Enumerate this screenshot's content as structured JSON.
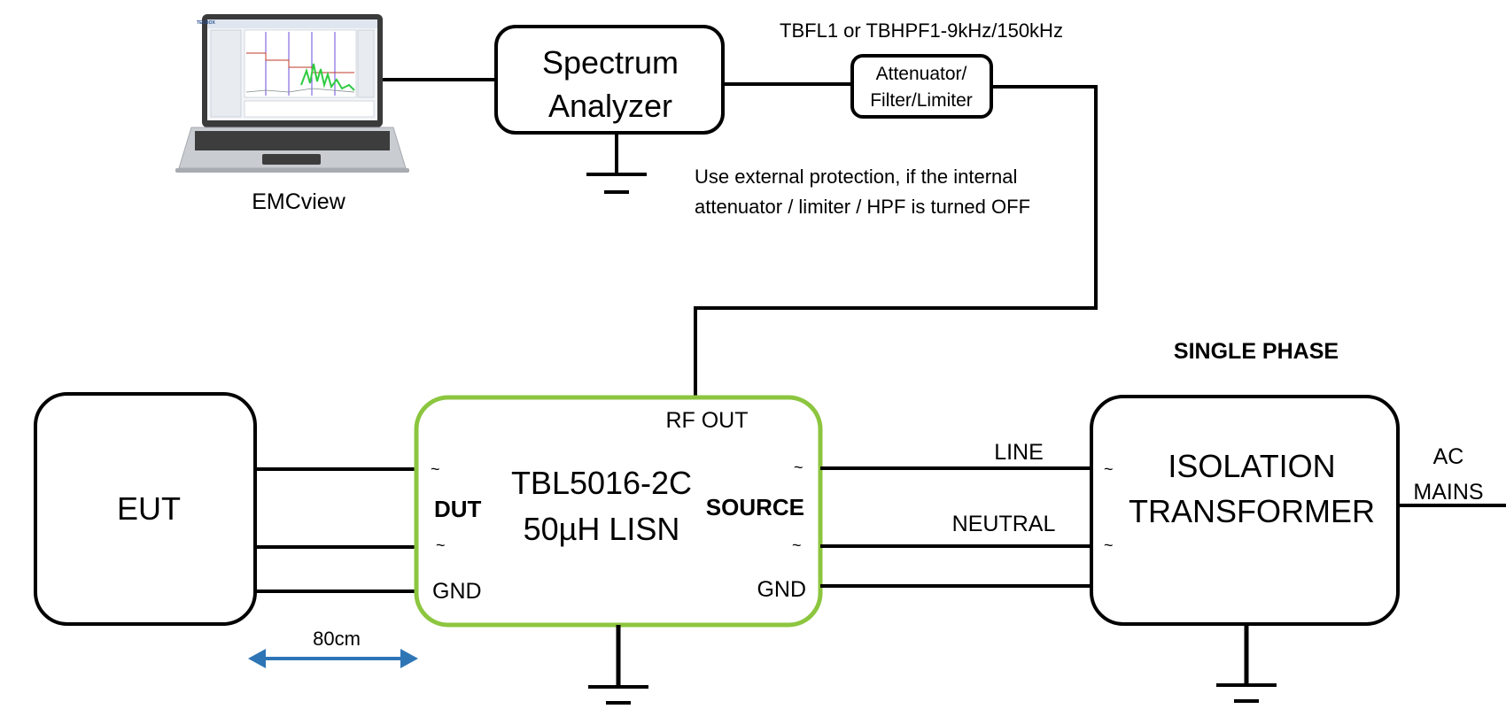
{
  "laptop": {
    "label": "EMCview",
    "screen_brand": "TEKBOX"
  },
  "spectrum_analyzer": {
    "line1": "Spectrum",
    "line2": "Analyzer"
  },
  "filter_part_label": "TBFL1 or TBHPF1-9kHz/150kHz",
  "attenuator": {
    "line1": "Attenuator/",
    "line2": "Filter/Limiter"
  },
  "protection_note": {
    "line1": "Use external protection, if the internal",
    "line2": "attenuator / limiter / HPF is turned OFF"
  },
  "eut": {
    "label": "EUT"
  },
  "lisn": {
    "model": "TBL5016-2C",
    "description": "50µH LISN",
    "rf_out": "RF OUT",
    "dut_label": "DUT",
    "source_label": "SOURCE",
    "gnd_left": "GND",
    "gnd_right": "GND",
    "tilde": "~",
    "border_color": "#8cc63f"
  },
  "transformer": {
    "phase_label": "SINGLE PHASE",
    "line1": "ISOLATION",
    "line2": "TRANSFORMER",
    "tilde": "~"
  },
  "wires": {
    "line": "LINE",
    "neutral": "NEUTRAL"
  },
  "ac_mains": {
    "line1": "AC",
    "line2": "MAINS"
  },
  "distance": {
    "label": "80cm",
    "arrow_color": "#2e75b6"
  }
}
